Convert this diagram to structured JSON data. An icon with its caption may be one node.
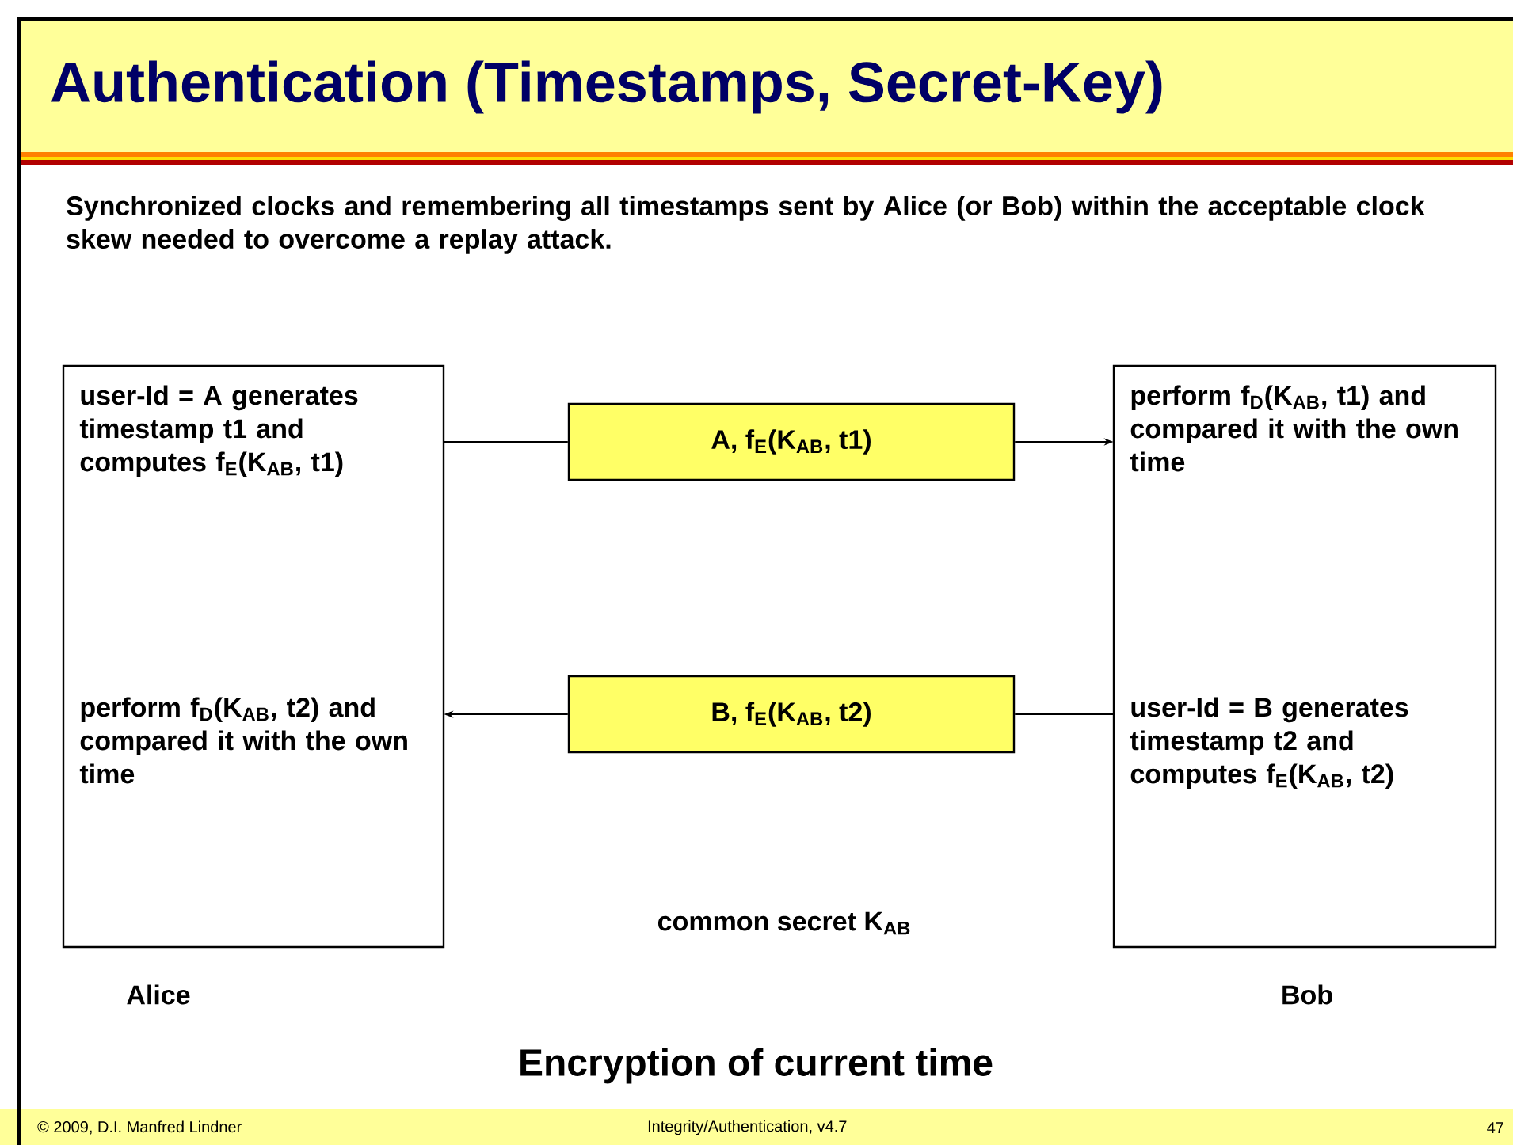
{
  "diagram": {
    "title": "Authentication (Timestamps, Secret-Key)",
    "nodes": [
      {
        "text": [
          "user-Id = A generates timestamp t1 and computes f$_{E}$(K$_{AB}$, t1)",
          "perform f$_{D}$(K$_{AB}$, t2) and compared it with the own time"
        ],
        "beside": [
          "Alice"
        ]
      },
      {
        "text": [
          "A, f$_{E}$(K$_{AB}$, t1)"
        ]
      },
      {
        "text": [
          "perform f$_{D}$(K$_{AB}$, t1) and compared it with the own time",
          "user-Id = B generates timestamp t2 and computes f$_{E}$(K$_{AB}$, t2)"
        ],
        "beside": [
          "Bob"
        ]
      },
      {
        "text": [
          "B, f$_{E}$(K$_{AB}$, t2)"
        ]
      }
    ],
    "edges": [
      {
        "from": 0,
        "to": 1,
        "arrow": "none"
      },
      {
        "from": 1,
        "to": 2,
        "arrow": "to"
      },
      {
        "from": 2,
        "to": 3,
        "arrow": "none"
      },
      {
        "from": 3,
        "to": 0,
        "arrow": "to"
      }
    ],
    "labels": [
      "Synchronized clocks and remembering all timestamps sent by Alice (or Bob) within the acceptable clock skew needed to overcome a replay attack.",
      "common secret K$_{AB}$",
      "Encryption of current time",
      "© 2009, D.I. Manfred Lindner",
      "Integrity/Authentication, v4.7",
      "47"
    ]
  }
}
